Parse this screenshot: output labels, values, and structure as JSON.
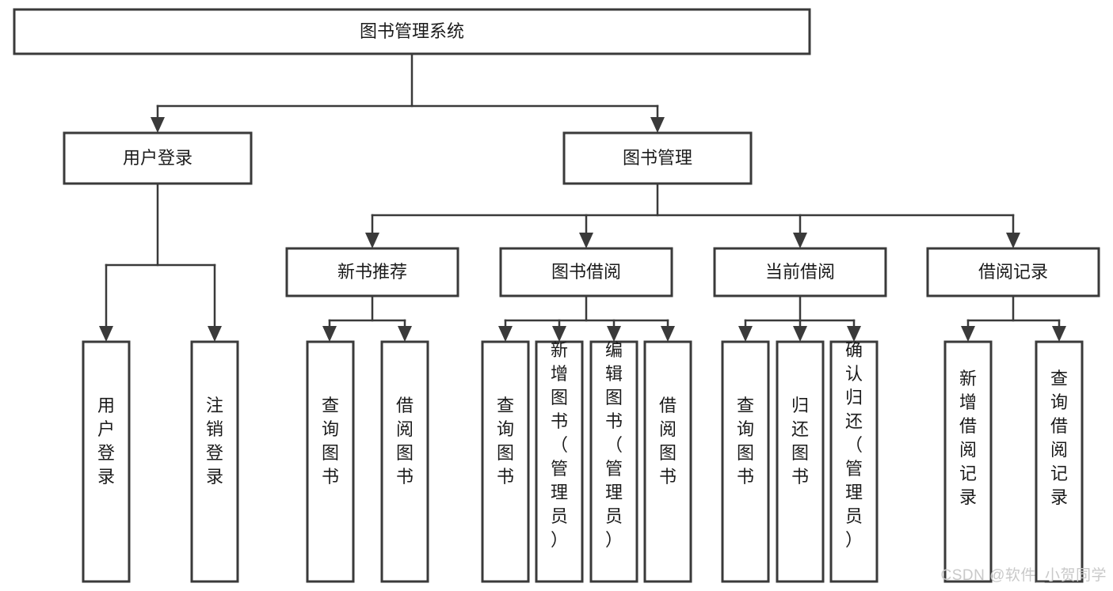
{
  "diagram": {
    "title": "图书管理系统",
    "watermark": "CSDN @软件_小贺同学",
    "colors": {
      "box_stroke": "#3a3a3a",
      "box_fill": "#ffffff",
      "text": "#1b1b1b",
      "background": "#ffffff",
      "watermark": "#c9c9c9"
    },
    "root": {
      "label": "图书管理系统"
    },
    "level2": [
      {
        "label": "用户登录"
      },
      {
        "label": "图书管理"
      }
    ],
    "level3": [
      {
        "label": "新书推荐"
      },
      {
        "label": "图书借阅"
      },
      {
        "label": "当前借阅"
      },
      {
        "label": "借阅记录"
      }
    ],
    "leaves": {
      "user_login": [
        {
          "label": "用户登录"
        },
        {
          "label": "注销登录"
        }
      ],
      "new_book_recommend": [
        {
          "label": "查询图书"
        },
        {
          "label": "借阅图书"
        }
      ],
      "book_borrow": [
        {
          "label": "查询图书"
        },
        {
          "label": "新增图书（管理员）"
        },
        {
          "label": "编辑图书（管理员）"
        },
        {
          "label": "借阅图书"
        }
      ],
      "current_borrow": [
        {
          "label": "查询图书"
        },
        {
          "label": "归还图书"
        },
        {
          "label": "确认归还（管理员）"
        }
      ],
      "borrow_record": [
        {
          "label": "新增借阅记录"
        },
        {
          "label": "查询借阅记录"
        }
      ]
    }
  }
}
